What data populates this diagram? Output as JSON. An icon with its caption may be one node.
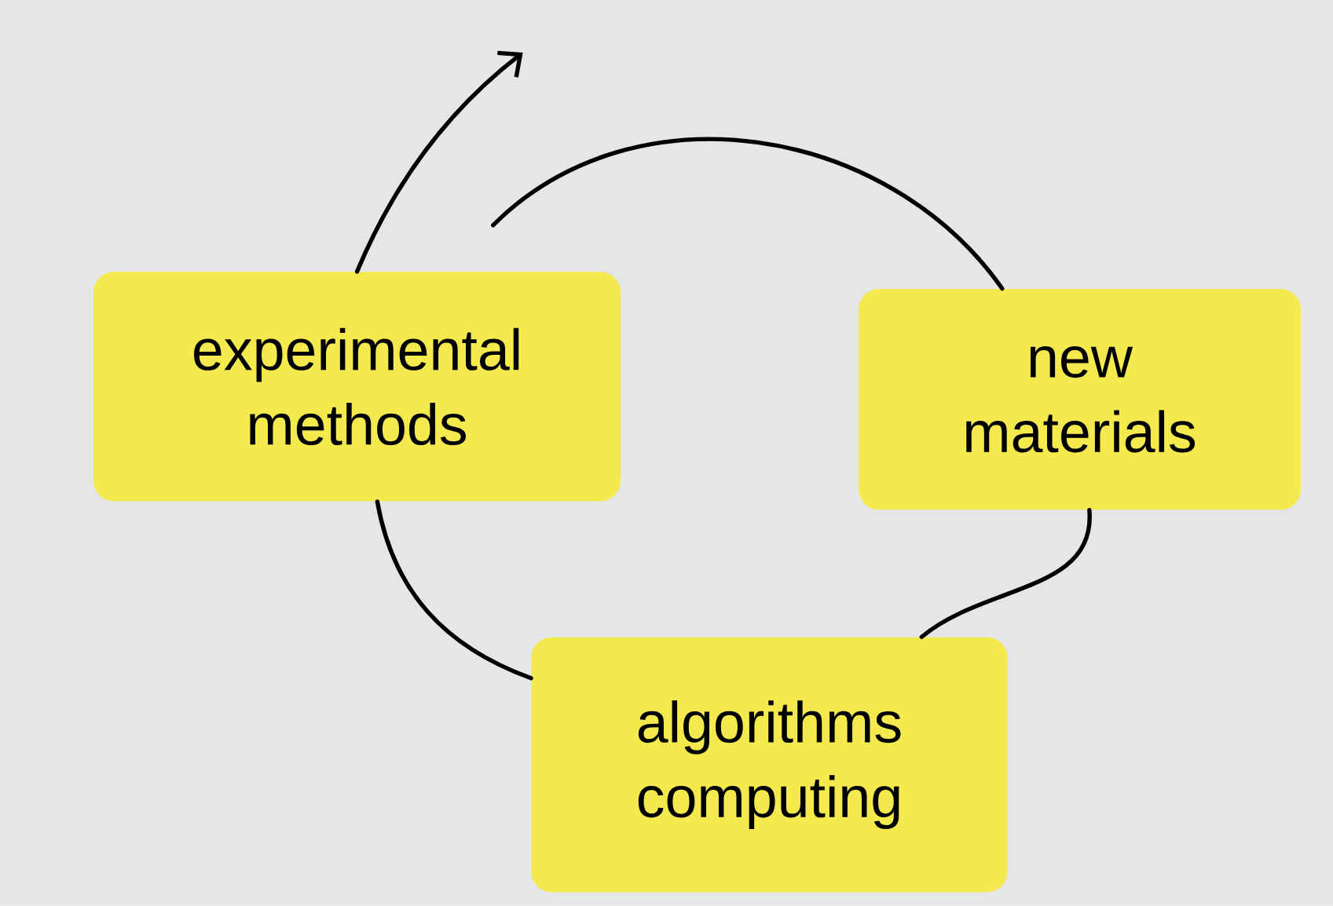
{
  "diagram": {
    "nodes": [
      {
        "text": [
          "experimental methods"
        ]
      },
      {
        "text": [
          "new materials"
        ]
      },
      {
        "text": [
          "algorithms computing"
        ]
      }
    ],
    "edges": [
      {
        "from": 0,
        "to": null,
        "arrow": "to"
      },
      {
        "from": null,
        "to": 1,
        "arrow": "none"
      },
      {
        "from": 1,
        "to": 2,
        "arrow": "none"
      },
      {
        "from": 2,
        "to": 0,
        "arrow": "none"
      }
    ]
  }
}
